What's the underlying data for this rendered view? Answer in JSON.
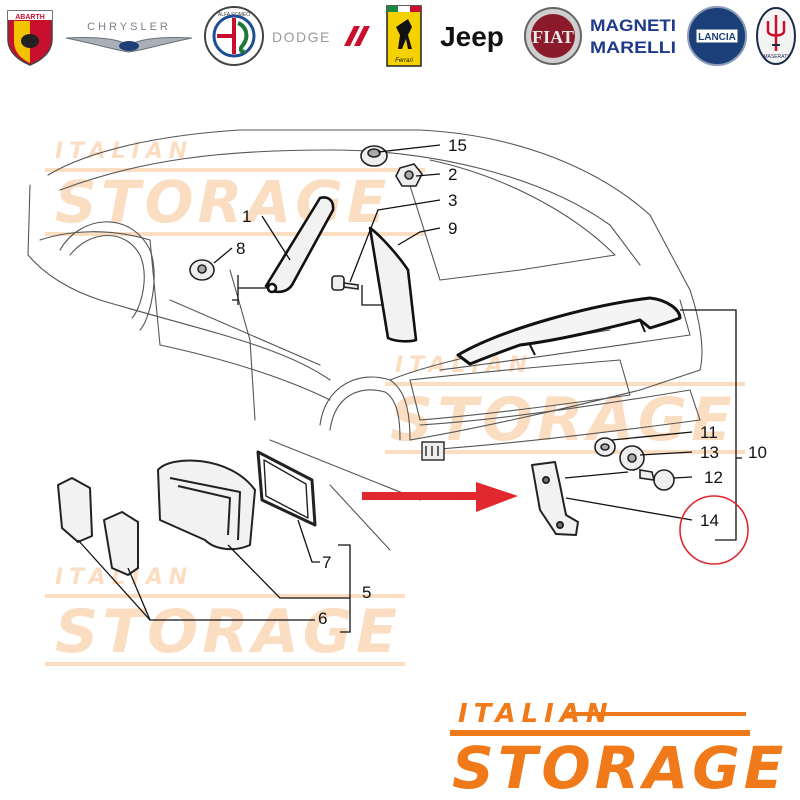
{
  "brands": [
    {
      "name": "ABARTH",
      "icon": "abarth-scorpion-shield-icon",
      "color": "#c8102e"
    },
    {
      "name": "CHRYSLER",
      "icon": "chrysler-wings-icon",
      "color": "#7a8088"
    },
    {
      "name": "ALFA ROMEO",
      "icon": "alfa-romeo-roundel-icon",
      "color": "#b01b2e"
    },
    {
      "name": "DODGE",
      "icon": "dodge-stripes-icon",
      "color": "#c8102e"
    },
    {
      "name": "Ferrari",
      "icon": "ferrari-prancing-horse-icon",
      "color": "#f5d100"
    },
    {
      "name": "Jeep",
      "icon": "jeep-wordmark-icon",
      "color": "#111111"
    },
    {
      "name": "FIAT",
      "icon": "fiat-badge-icon",
      "color": "#8b1b2a"
    },
    {
      "name": "MAGNETI MARELLI",
      "icon": "magneti-marelli-wordmark-icon",
      "color": "#1f3a8a"
    },
    {
      "name": "LANCIA",
      "icon": "lancia-shield-icon",
      "color": "#1c3f7a"
    },
    {
      "name": "MASERATI",
      "icon": "maserati-trident-icon",
      "color": "#1b2a4a"
    }
  ],
  "watermark": {
    "line1": "ITALIAN",
    "line2": "STORAGE",
    "color": "#f28c28"
  },
  "footer_logo": {
    "line1": "ITALIAN",
    "line2": "STORAGE",
    "color": "#f07a1a"
  },
  "callouts": [
    "15",
    "2",
    "3",
    "9",
    "1",
    "8",
    "10",
    "11",
    "13",
    "12",
    "14",
    "7",
    "5",
    "6"
  ],
  "highlight_color": "#e0282e",
  "arrow_color": "#e0282e"
}
